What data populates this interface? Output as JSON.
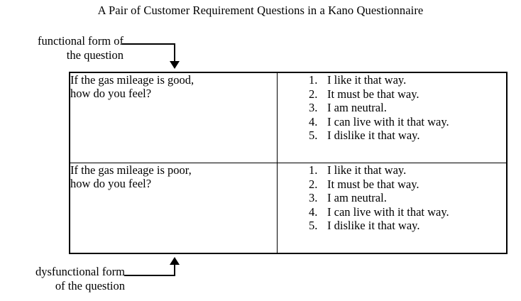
{
  "title": "A Pair of Customer Requirement Questions in a Kano Questionnaire",
  "callouts": {
    "functional": {
      "line1": "functional form of",
      "line2": "the question"
    },
    "dysfunctional": {
      "line1": "dysfunctional form",
      "line2": "of the question"
    }
  },
  "table": {
    "rows": [
      {
        "question": "If the gas mileage is good,\nhow do you feel?",
        "answers": [
          {
            "num": "1.",
            "text": "I like it that way."
          },
          {
            "num": "2.",
            "text": "It must be that way."
          },
          {
            "num": "3.",
            "text": "I am neutral."
          },
          {
            "num": "4.",
            "text": "I can live with it that way."
          },
          {
            "num": "5.",
            "text": "I dislike it that way."
          }
        ]
      },
      {
        "question": "If the gas mileage is poor,\nhow do you feel?",
        "answers": [
          {
            "num": "1.",
            "text": "I like it that way."
          },
          {
            "num": "2.",
            "text": "It must be that way."
          },
          {
            "num": "3.",
            "text": "I am neutral."
          },
          {
            "num": "4.",
            "text": "I can live with it that way."
          },
          {
            "num": "5.",
            "text": "I dislike it that way."
          }
        ]
      }
    ]
  },
  "colors": {
    "ink": "#000000",
    "background": "#ffffff"
  }
}
